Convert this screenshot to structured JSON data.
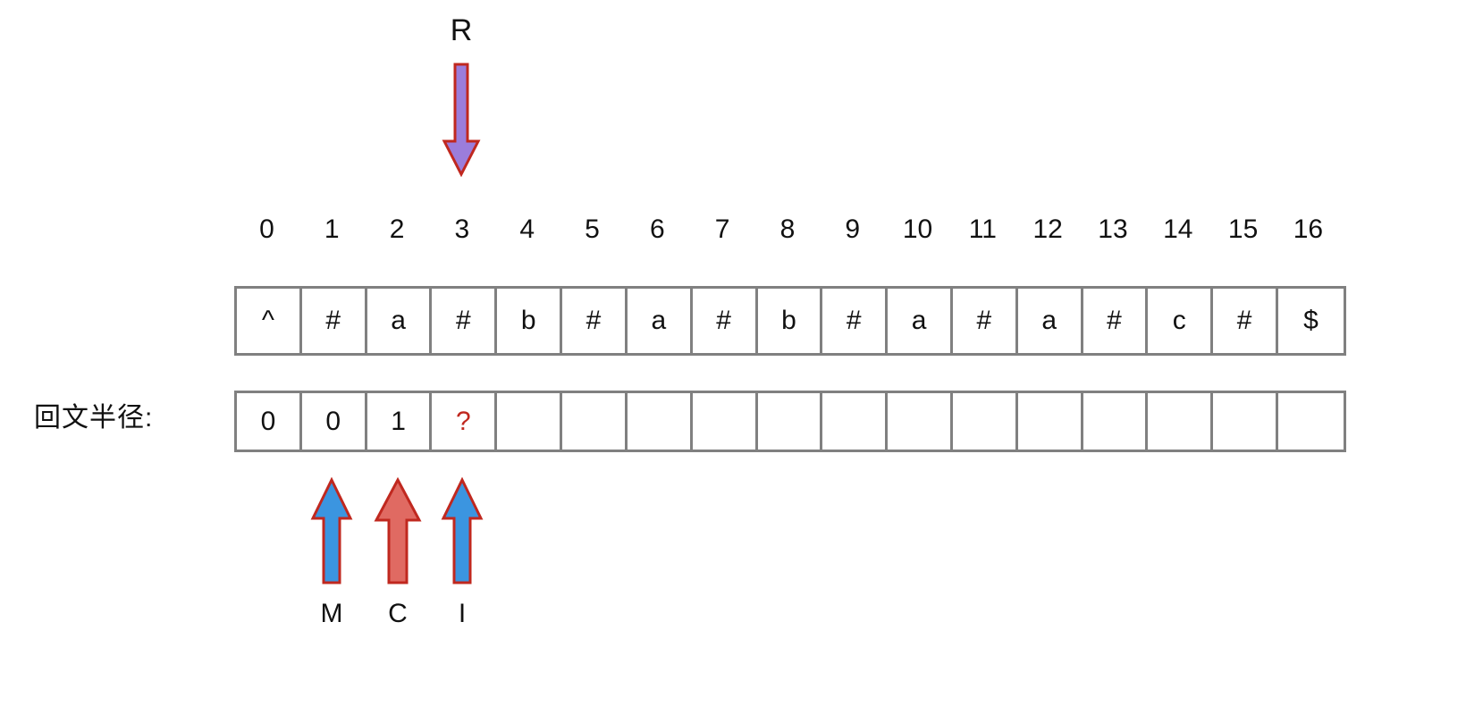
{
  "diagram": {
    "title_pointer": {
      "label": "R"
    },
    "radius_row_label": "回文半径:",
    "indices": [
      "0",
      "1",
      "2",
      "3",
      "4",
      "5",
      "6",
      "7",
      "8",
      "9",
      "10",
      "11",
      "12",
      "13",
      "14",
      "15",
      "16"
    ],
    "transformed_string": [
      "^",
      "#",
      "a",
      "#",
      "b",
      "#",
      "a",
      "#",
      "b",
      "#",
      "a",
      "#",
      "a",
      "#",
      "c",
      "#",
      "$"
    ],
    "radius_values": [
      "0",
      "0",
      "1",
      "?",
      "",
      "",
      "",
      "",
      "",
      "",
      "",
      "",
      "",
      "",
      "",
      "",
      ""
    ],
    "unknown_marker": "?",
    "bottom_pointers": [
      {
        "label": "M",
        "color_name": "blue",
        "index": 1
      },
      {
        "label": "C",
        "color_name": "red",
        "index": 2
      },
      {
        "label": "I",
        "color_name": "blue",
        "index": 3
      }
    ],
    "top_pointer": {
      "label": "R",
      "color_name": "purple",
      "index": 3
    },
    "colors": {
      "arrow_purple_fill": "#9b7ddb",
      "arrow_purple_stroke": "#c0281f",
      "arrow_blue_fill": "#3b95e0",
      "arrow_blue_stroke": "#c0281f",
      "arrow_red_fill": "#e06a62",
      "arrow_red_stroke": "#c0281f",
      "grid_border": "#808080",
      "unknown_text": "#c0281f",
      "text": "#111111",
      "background": "#ffffff"
    }
  }
}
